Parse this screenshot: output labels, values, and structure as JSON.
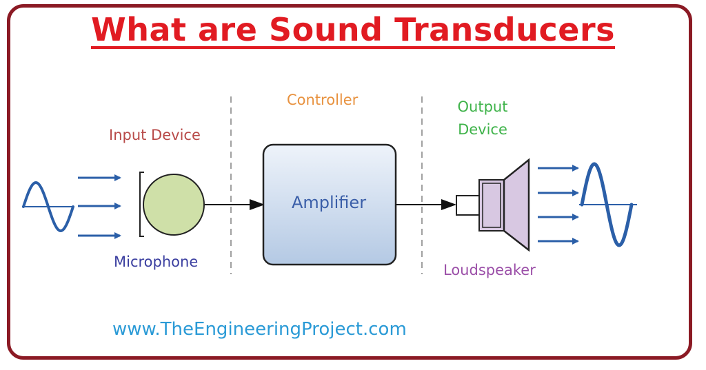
{
  "title": "What are Sound Transducers",
  "labels": {
    "input_device": "Input Device",
    "controller": "Controller",
    "output_device": "Output Device",
    "microphone": "Microphone",
    "amplifier": "Amplifier",
    "loudspeaker": "Loudspeaker"
  },
  "website": "www.TheEngineeringProject.com",
  "colors": {
    "frame": "#8b1a24",
    "title": "#e11b22",
    "wave": "#2b5fa8",
    "arrow": "#2b5fa8",
    "microphone_fill": "#cfe0a8",
    "amplifier_fill": "#c6d8ee",
    "speaker_fill": "#d8c8e2",
    "divider": "#a0a0a0"
  }
}
